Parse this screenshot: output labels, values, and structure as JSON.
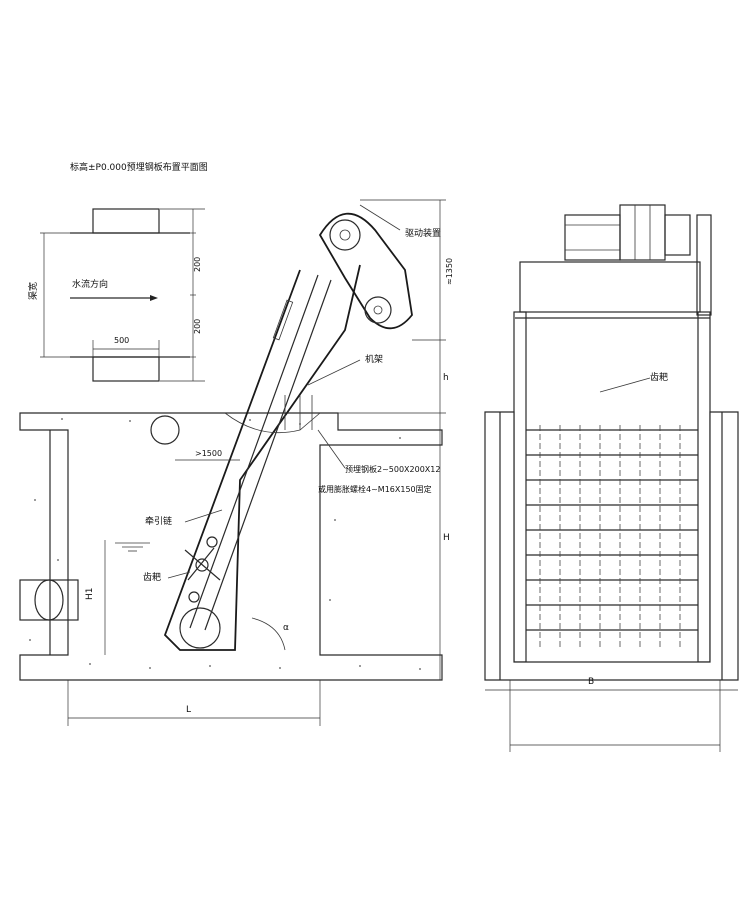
{
  "plan_view": {
    "title": "标高±P0.000预埋钢板布置平面图",
    "label_width": "渠宽",
    "label_flow": "水流方向",
    "dim_500": "500",
    "dim_200_top": "200",
    "dim_200_bottom": "200"
  },
  "side_view": {
    "label_drive": "驱动装置",
    "label_frame": "机架",
    "label_plate": "预埋钢板2~500X200X12",
    "label_bolt": "或用膨胀螺栓4~M16X150固定",
    "label_chain": "牵引链",
    "label_rake": "齿耙",
    "dim_1350": "≈1350",
    "dim_1500": ">1500",
    "dim_h": "h",
    "dim_H": "H",
    "dim_H1": "H1",
    "dim_L": "L",
    "angle": "α"
  },
  "front_view": {
    "label_rake": "齿耙",
    "dim_b": "B"
  }
}
